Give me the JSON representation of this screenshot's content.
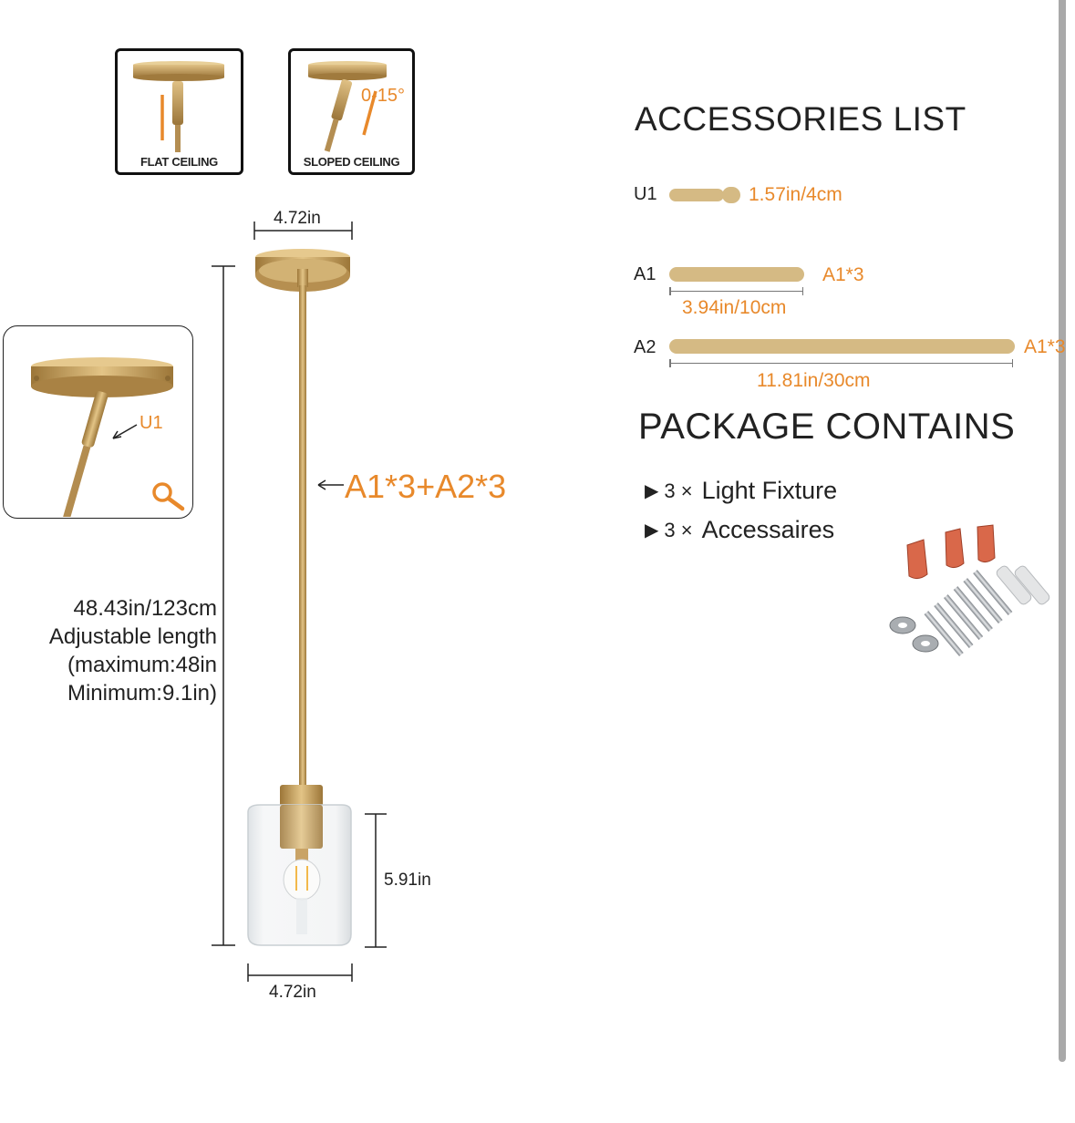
{
  "mount_options": {
    "flat_label": "FLAT CEILING",
    "sloped_label": "SLOPED CEILING",
    "angle_label": "0-15°"
  },
  "dimensions": {
    "canopy_width": "4.72in",
    "shade_width": "4.72in",
    "shade_height": "5.91in",
    "rod_label": "A1*3+A2*3",
    "zoom_label": "U1",
    "length_lines": [
      "48.43in/123cm",
      "Adjustable length",
      "(maximum:48in",
      "Minimum:9.1in)"
    ]
  },
  "accessories": {
    "title": "ACCESSORIES LIST",
    "items": [
      {
        "id": "U1",
        "size": "1.57in/4cm"
      },
      {
        "id": "A1",
        "qty": "A1*3",
        "size": "3.94in/10cm"
      },
      {
        "id": "A2",
        "qty": "A1*3",
        "size": "11.81in/30cm"
      }
    ]
  },
  "package": {
    "title": "PACKAGE CONTAINS",
    "items": [
      {
        "qty": "3 ×",
        "label": "Light Fixture"
      },
      {
        "qty": "3 ×",
        "label": "Accessaires"
      }
    ]
  },
  "colors": {
    "accent": "#e8892b",
    "brass": "#c39a5a",
    "rod_tan": "#d5ba84"
  }
}
